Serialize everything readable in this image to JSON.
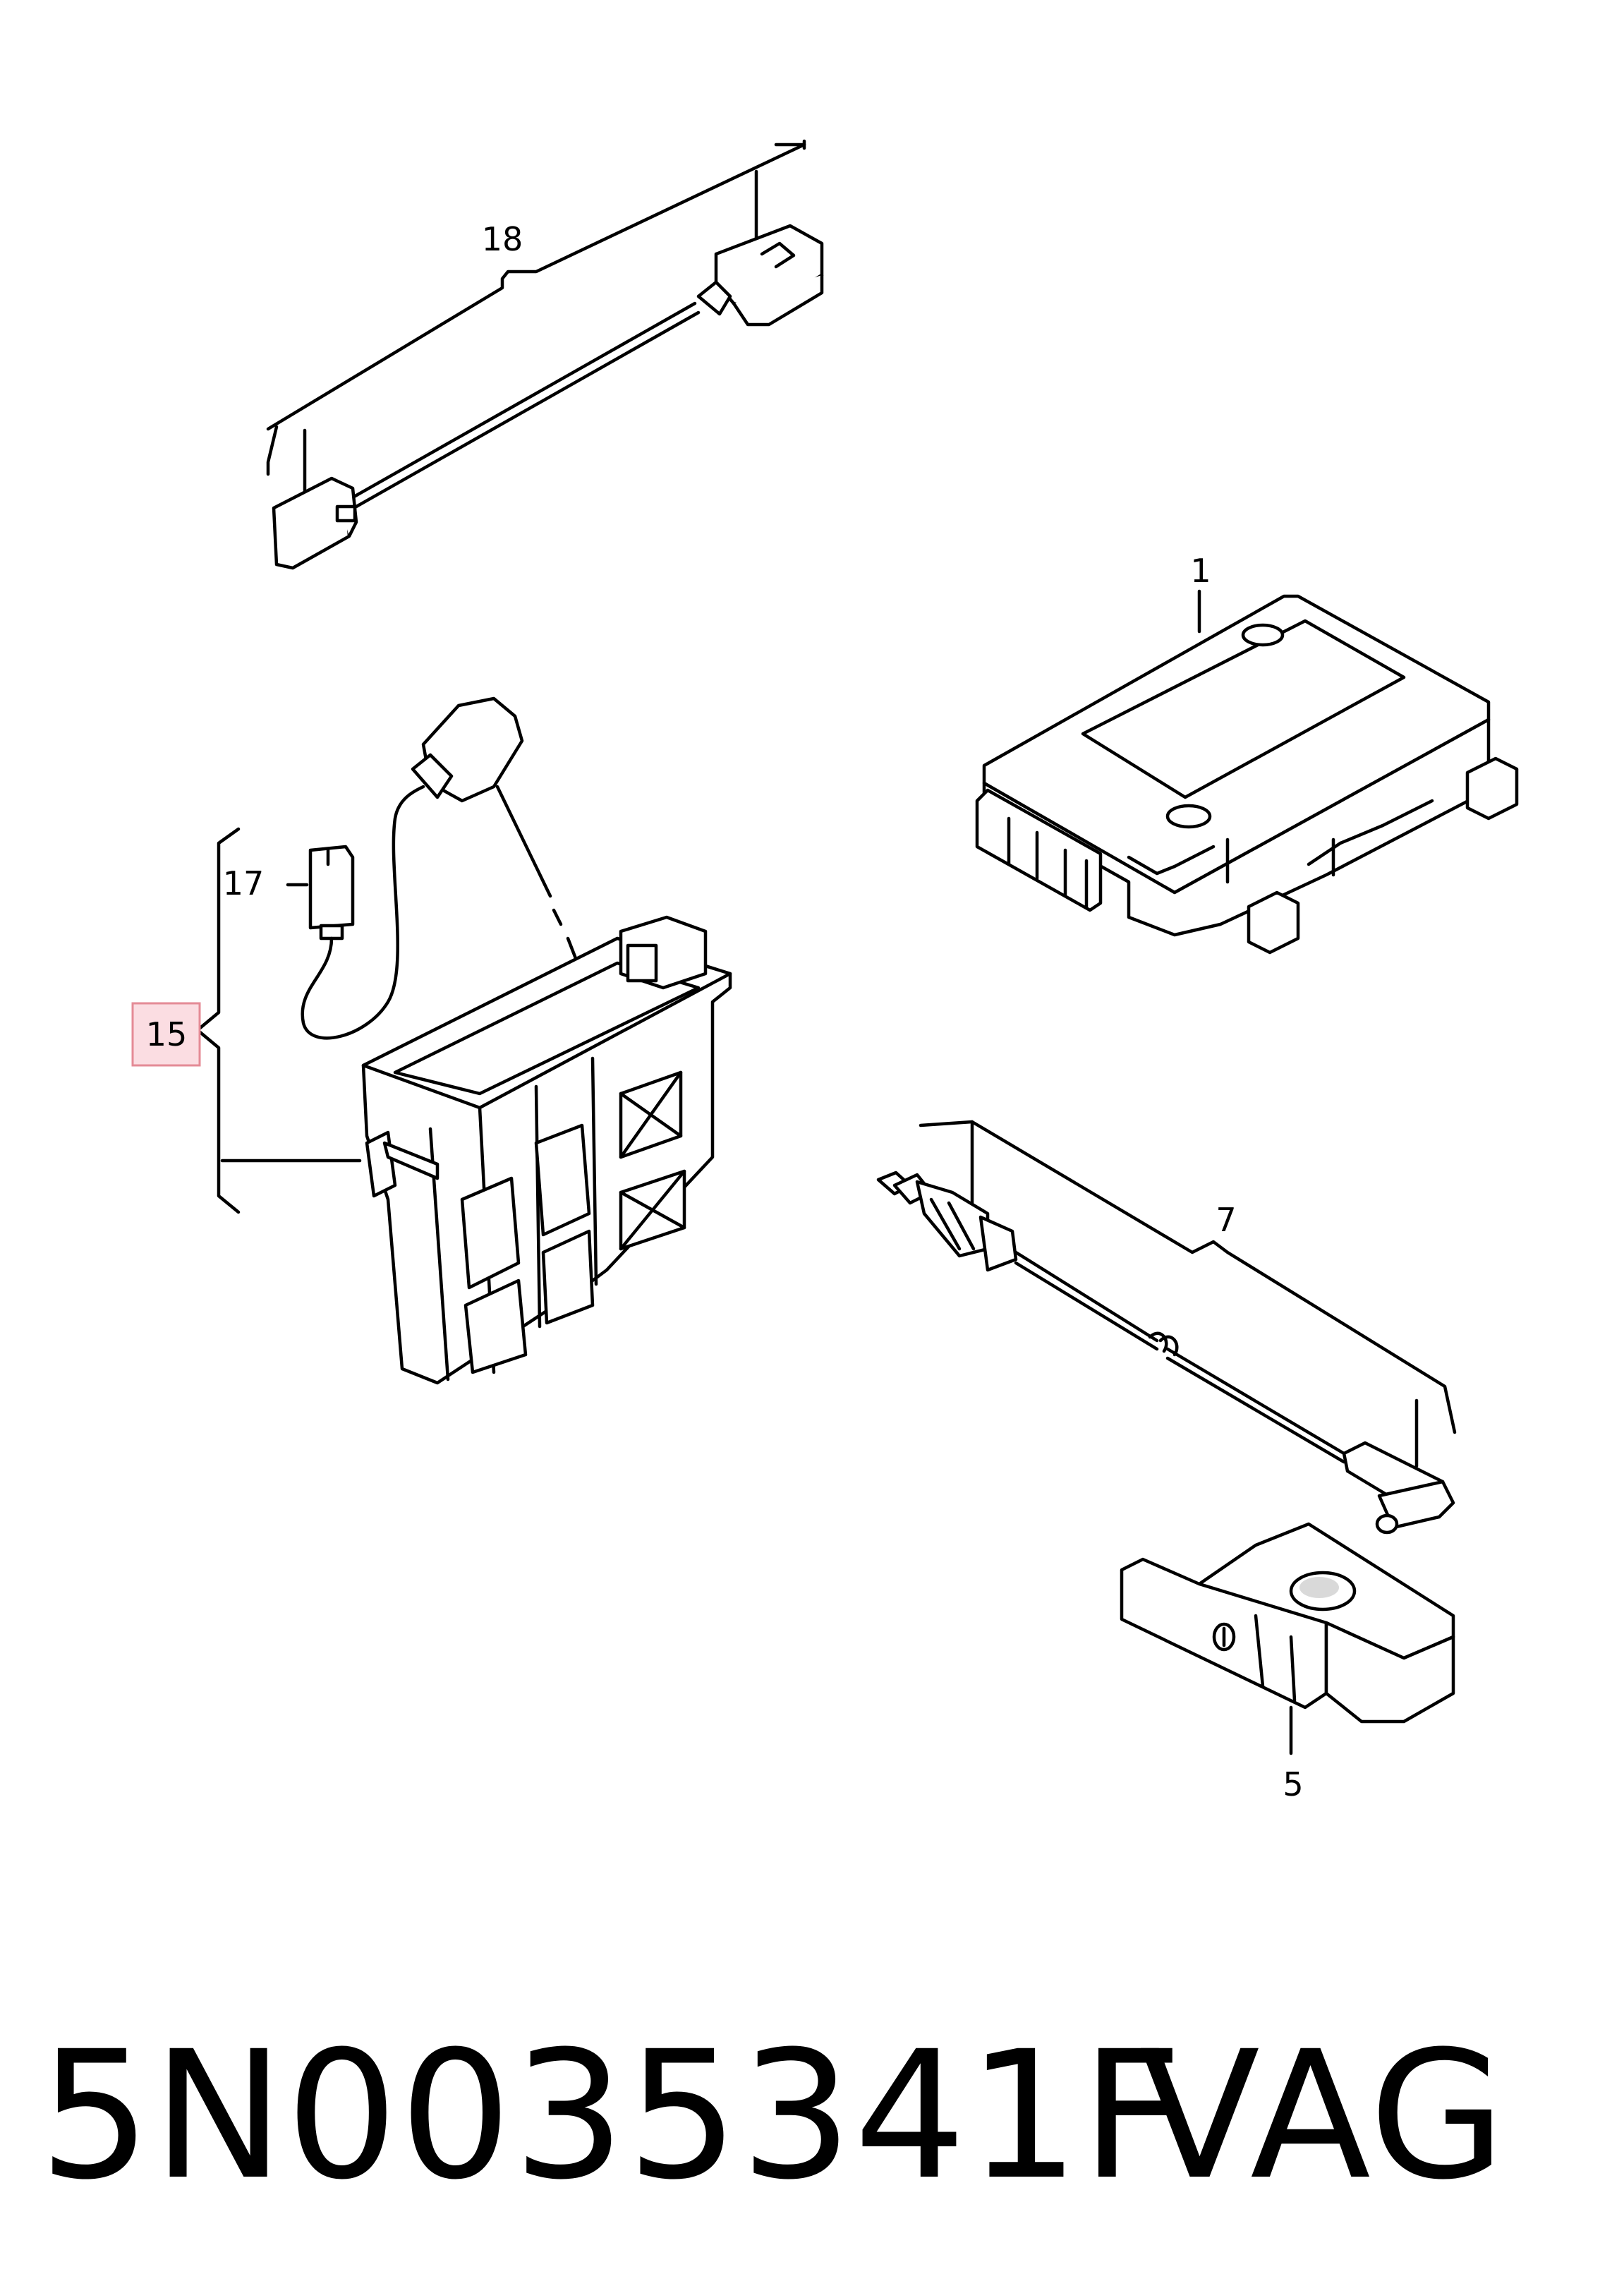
{
  "diagram": {
    "callouts": {
      "c18": "18",
      "c1": "1",
      "c17": "17",
      "c15": "15",
      "c7": "7",
      "c5": "5"
    },
    "highlighted_callout": "15",
    "highlight_color": "#fbdde2",
    "highlight_border_color": "#e48b96",
    "line_color": "#000000"
  },
  "footer": {
    "part_number": "5N0035341F",
    "brand": "VAG"
  }
}
